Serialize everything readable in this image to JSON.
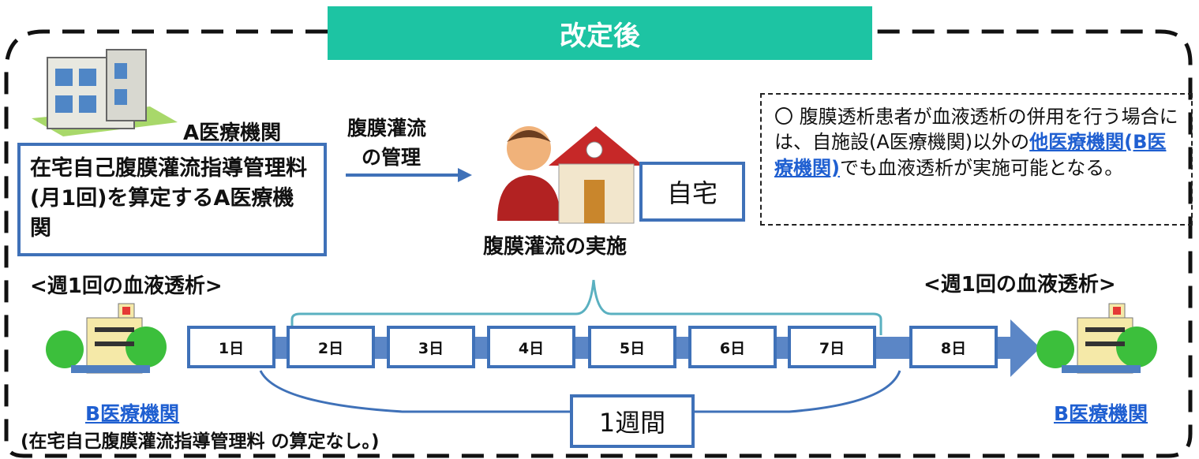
{
  "title": "改定後",
  "facility_a": {
    "label": "A医療機関",
    "box_text": "在宅自己腹膜灌流指導管理料(月1回)を算定するA医療機関"
  },
  "arrow_label_line1": "腹膜灌流",
  "arrow_label_line2": "の管理",
  "home": {
    "label": "自宅",
    "caption": "腹膜灌流の実施"
  },
  "note": {
    "bullet": "〇",
    "text_before": "腹膜透析患者が血液透析の併用を行う場合には、自施設(A医療機関)以外の",
    "highlight": "他医療機関(B医療機関)",
    "text_after": "でも血液透析が実施可能となる。"
  },
  "weekly_left": "<週1回の血液透析>",
  "weekly_right": "<週1回の血液透析>",
  "days": [
    "1日",
    "2日",
    "3日",
    "4日",
    "5日",
    "6日",
    "7日",
    "8日"
  ],
  "week_label": "1週間",
  "facility_b_left": "B医療機関",
  "facility_b_right": "B医療機関",
  "footnote": "(在宅自己腹膜灌流指導管理料 の算定なし。)",
  "colors": {
    "title_bg": "#1dc4a3",
    "box_border": "#3f71b8",
    "link": "#1f5fd1",
    "arrow": "#5b86c6"
  }
}
